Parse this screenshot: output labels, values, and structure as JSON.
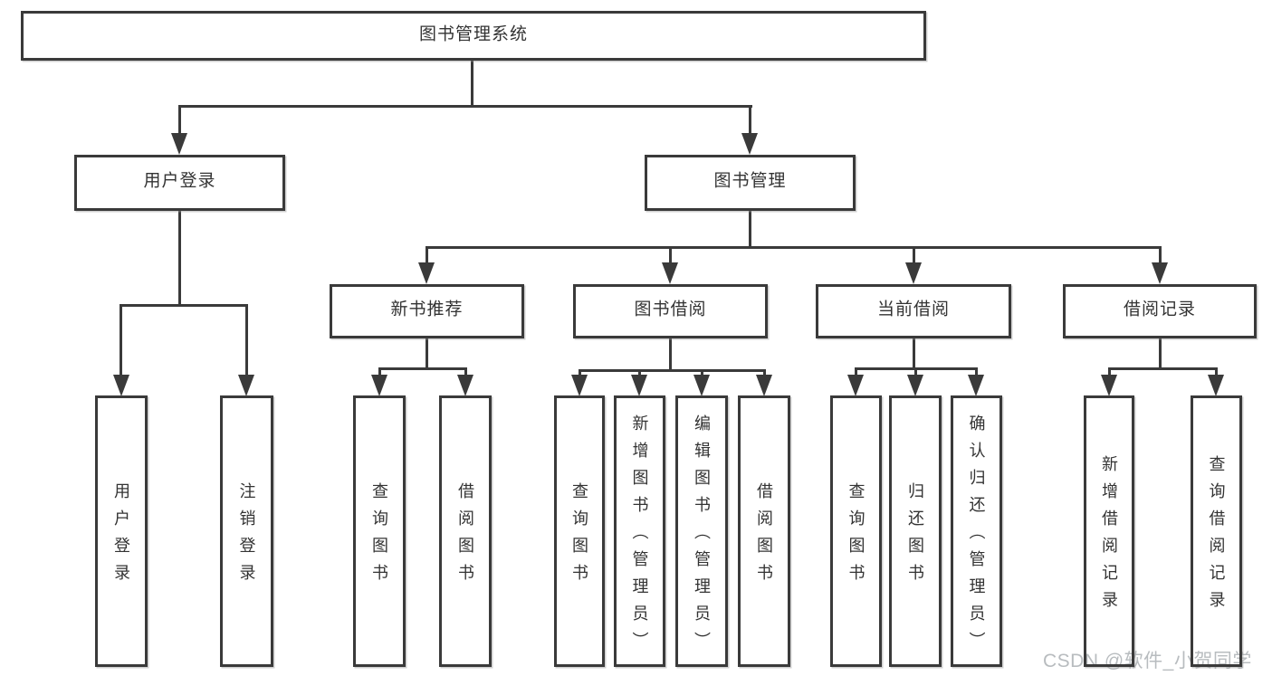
{
  "tree": {
    "root": "图书管理系统",
    "children": [
      {
        "label": "用户登录",
        "leaves": [
          "用户登录",
          "注销登录"
        ]
      },
      {
        "label": "图书管理",
        "children": [
          {
            "label": "新书推荐",
            "leaves": [
              "查询图书",
              "借阅图书"
            ]
          },
          {
            "label": "图书借阅",
            "leaves": [
              "查询图书",
              "新增图书（管理员）",
              "编辑图书（管理员）",
              "借阅图书"
            ]
          },
          {
            "label": "当前借阅",
            "leaves": [
              "查询图书",
              "归还图书",
              "确认归还（管理员）"
            ]
          },
          {
            "label": "借阅记录",
            "leaves": [
              "新增借阅记录",
              "查询借阅记录"
            ]
          }
        ]
      }
    ]
  },
  "watermark": {
    "text": "CSDN @软件_小贺同学"
  },
  "colors": {
    "line": "#3a3a3a",
    "text": "#333333",
    "watermark": "#b8bcbf",
    "background": "#ffffff"
  }
}
